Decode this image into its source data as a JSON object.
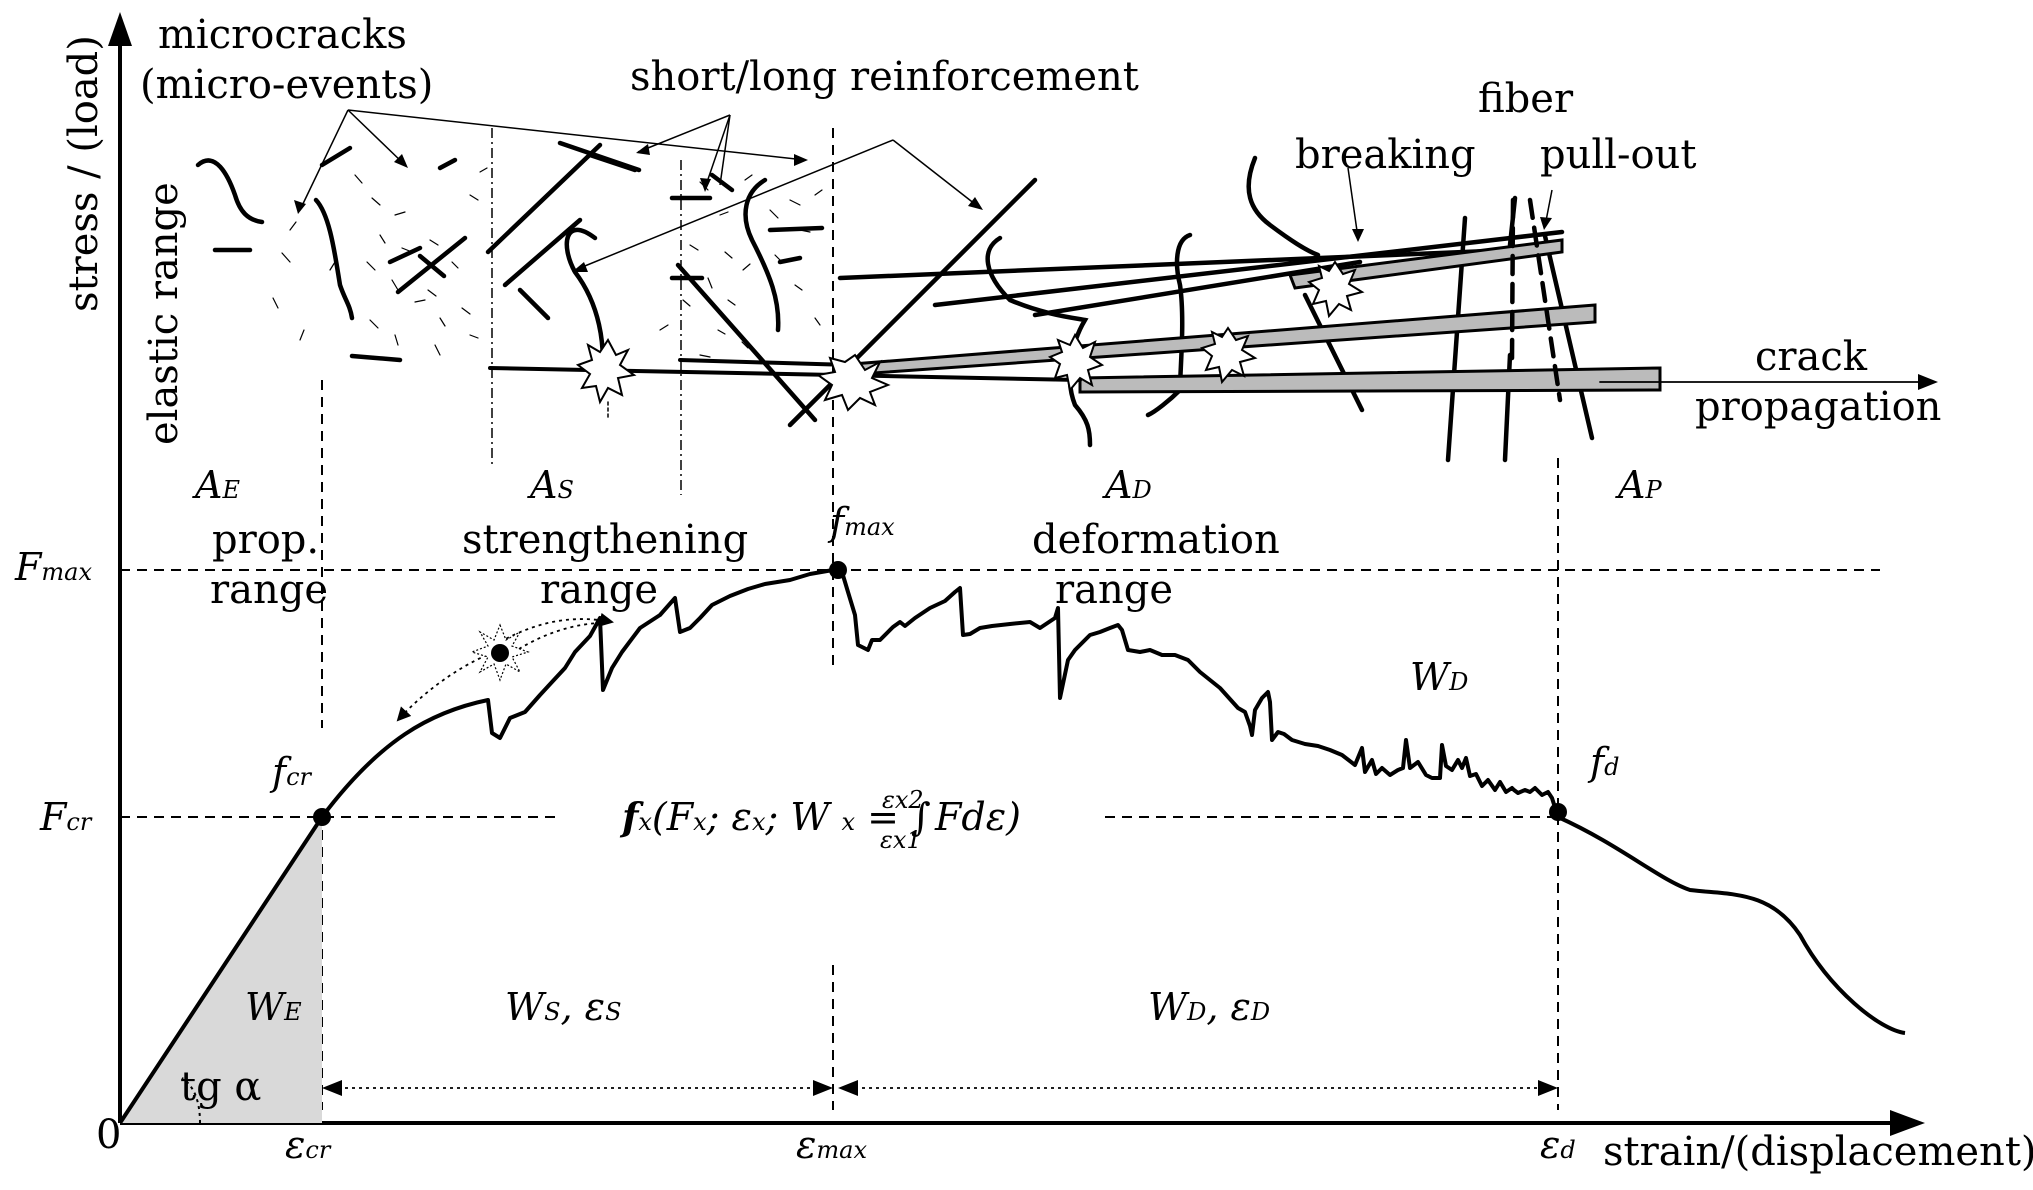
{
  "axes": {
    "y_label": "stress / (load)",
    "x_label": "strain/(displacement)",
    "origin": "0"
  },
  "annotations": {
    "microcracks_line1": "microcracks",
    "microcracks_line2": "(micro-events)",
    "reinforcement": "short/long reinforcement",
    "fiber": "fiber",
    "breaking": "breaking",
    "pullout": "pull-out",
    "crack_line1": "crack",
    "crack_line2": "propagation",
    "elastic_range": "elastic range",
    "prop_line1": "prop.",
    "prop_line2": "range",
    "strength_line1": "strengthening",
    "strength_line2": "range",
    "deform_line1": "deformation",
    "deform_line2": "range",
    "tg_alpha": "tg α",
    "formula": "fx(Fx; εx; W x = ∫εx1 εx2 Fdε)",
    "formula_parts": {
      "f": "f",
      "fsub": "x",
      "open": "(F",
      "Fsub": "x",
      "sep1": "; ε",
      "esub": "x",
      "sep2": "; W ",
      "wsub": "x",
      "eq": " = ∫",
      "lower": "εx1",
      "upper": "εx2",
      "integrand": " Fdε)"
    }
  },
  "areas": [
    {
      "main": "A",
      "sub": "E"
    },
    {
      "main": "A",
      "sub": "S"
    },
    {
      "main": "A",
      "sub": "D"
    },
    {
      "main": "A",
      "sub": "P"
    }
  ],
  "y_ticks": [
    {
      "main": "F",
      "sub": "max"
    },
    {
      "main": "F",
      "sub": "cr"
    }
  ],
  "x_ticks": [
    {
      "main": "ε",
      "sub": "cr"
    },
    {
      "main": "ε",
      "sub": "max"
    },
    {
      "main": "ε",
      "sub": "d"
    }
  ],
  "points": [
    {
      "main": "f",
      "sub": "cr"
    },
    {
      "main": "f",
      "sub": "max"
    },
    {
      "main": "f",
      "sub": "d"
    }
  ],
  "work_labels": [
    {
      "main": "W",
      "sub": "E",
      "extra": ""
    },
    {
      "main": "W",
      "sub": "S",
      "extra": ", ε",
      "extrasub": "S"
    },
    {
      "main": "W",
      "sub": "D",
      "extra": ", ε",
      "extrasub": "D"
    },
    {
      "main": "W",
      "sub": "D",
      "extra": ""
    }
  ]
}
